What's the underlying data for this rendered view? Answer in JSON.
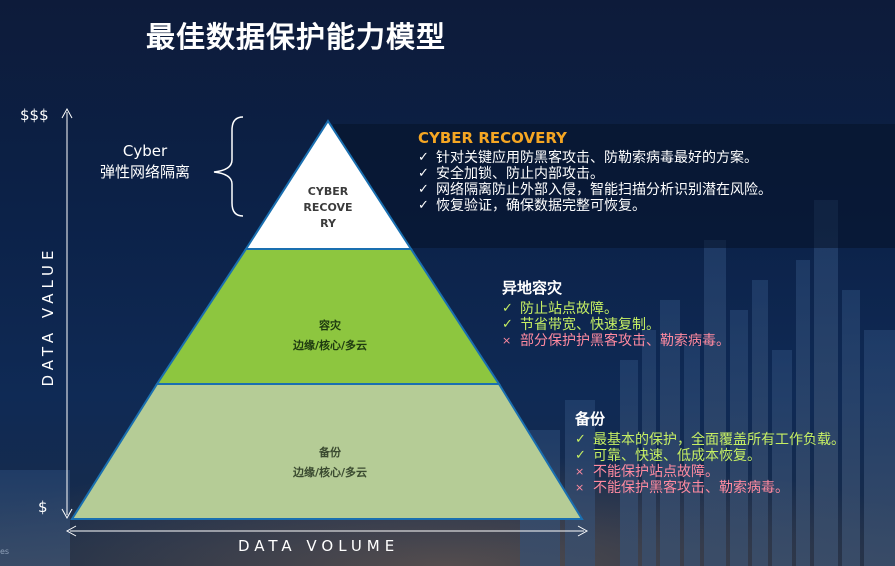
{
  "title": "最佳数据保护能力模型",
  "axes": {
    "y_top": "$$$",
    "y_bottom": "$",
    "y_label": "DATA VALUE",
    "x_label": "DATA VOLUME"
  },
  "cyber_left": {
    "line1": "Cyber",
    "line2": "弹性网络隔离"
  },
  "pyramid": {
    "top": {
      "lines": [
        "CYBER",
        "RECOVE",
        "RY"
      ],
      "color": "#ffffff"
    },
    "middle": {
      "line1": "容灾",
      "line2": "边缘/核心/多云",
      "color": "#8dc63f"
    },
    "bottom": {
      "line1": "备份",
      "line2": "边缘/核心/多云",
      "color": "#b5cc96"
    }
  },
  "sections": {
    "cyber": {
      "title": "CYBER RECOVERY",
      "items": [
        {
          "mark": "✓",
          "text": "针对关键应用防黑客攻击、防勒索病毒最好的方案。"
        },
        {
          "mark": "✓",
          "text": "安全加锁、防止内部攻击。"
        },
        {
          "mark": "✓",
          "text": "网络隔离防止外部入侵，智能扫描分析识别潜在风险。"
        },
        {
          "mark": "✓",
          "text": "恢复验证，确保数据完整可恢复。"
        }
      ]
    },
    "dr": {
      "title": "异地容灾",
      "items": [
        {
          "mark": "✓",
          "text": "防止站点故障。"
        },
        {
          "mark": "✓",
          "text": "节省带宽、快速复制。"
        },
        {
          "mark": "×",
          "text": "部分保护护黑客攻击、勒索病毒。"
        }
      ]
    },
    "backup": {
      "title": "备份",
      "items": [
        {
          "mark": "✓",
          "text": "最基本的保护，全面覆盖所有工作负载。"
        },
        {
          "mark": "✓",
          "text": "可靠、快速、低成本恢复。"
        },
        {
          "mark": "×",
          "text": "不能保护站点故障。"
        },
        {
          "mark": "×",
          "text": "不能保护黑客攻击、勒索病毒。"
        }
      ]
    }
  },
  "corner": "es",
  "colors": {
    "accent_orange": "#f5a623",
    "check_green": "#c6ef63",
    "cross_pink": "#ff8aa0",
    "background": "#0c2249"
  }
}
